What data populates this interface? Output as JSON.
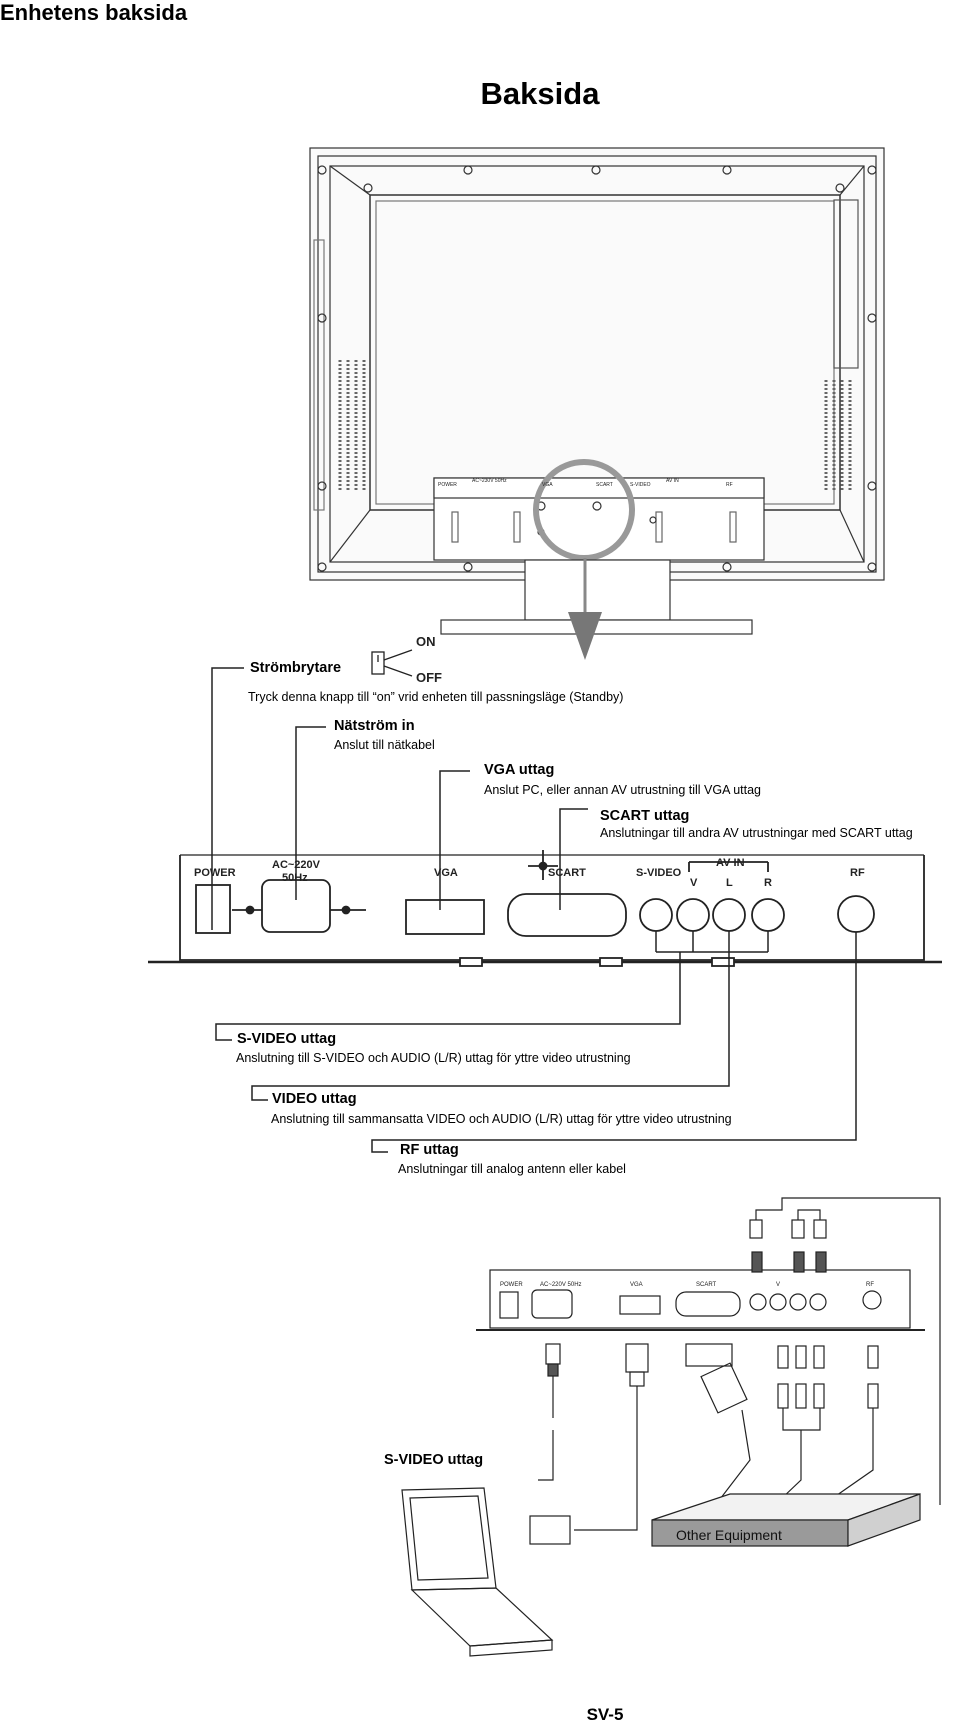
{
  "page": {
    "heading": "Enhetens baksida",
    "title": "Baksida",
    "page_number": "SV-5"
  },
  "tv_back": {
    "small_labels": [
      "POWER",
      "AC~230V 50Hz",
      "VGA",
      "SCART",
      "S-VIDEO",
      "AV IN",
      "RF"
    ]
  },
  "switch": {
    "on_label": "ON",
    "off_label": "OFF"
  },
  "callouts_top": [
    {
      "title": "Strömbrytare",
      "desc": "Tryck denna knapp till “on” vrid enheten till passningsläge (Standby)"
    },
    {
      "title": "Nätström in",
      "desc": "Anslut till nätkabel"
    },
    {
      "title": "VGA uttag",
      "desc": "Anslut PC, eller annan AV utrustning till VGA uttag"
    },
    {
      "title": "SCART uttag",
      "desc": "Anslutningar till andra AV utrustningar med SCART uttag"
    }
  ],
  "panel": {
    "labels": {
      "power": "POWER",
      "ac": "AC~220V",
      "hz": "50Hz",
      "vga": "VGA",
      "scart": "SCART",
      "svideo": "S-VIDEO",
      "avin": "AV IN",
      "v": "V",
      "l": "L",
      "r": "R",
      "rf": "RF"
    }
  },
  "callouts_bottom": [
    {
      "title": "S-VIDEO uttag",
      "desc": "Anslutning till S-VIDEO och AUDIO (L/R) uttag för yttre video utrustning"
    },
    {
      "title": "VIDEO uttag",
      "desc": "Anslutning till sammansatta VIDEO och AUDIO (L/R) uttag för yttre video utrustning"
    },
    {
      "title": "RF uttag",
      "desc": "Anslutningar till analog antenn eller kabel"
    }
  ],
  "connection_diagram": {
    "panel_labels": [
      "POWER",
      "AC~220V 50Hz",
      "VGA",
      "SCART",
      "V",
      "RF"
    ],
    "svideo_label": "S-VIDEO uttag",
    "equipment_label": "Other Equipment"
  }
}
